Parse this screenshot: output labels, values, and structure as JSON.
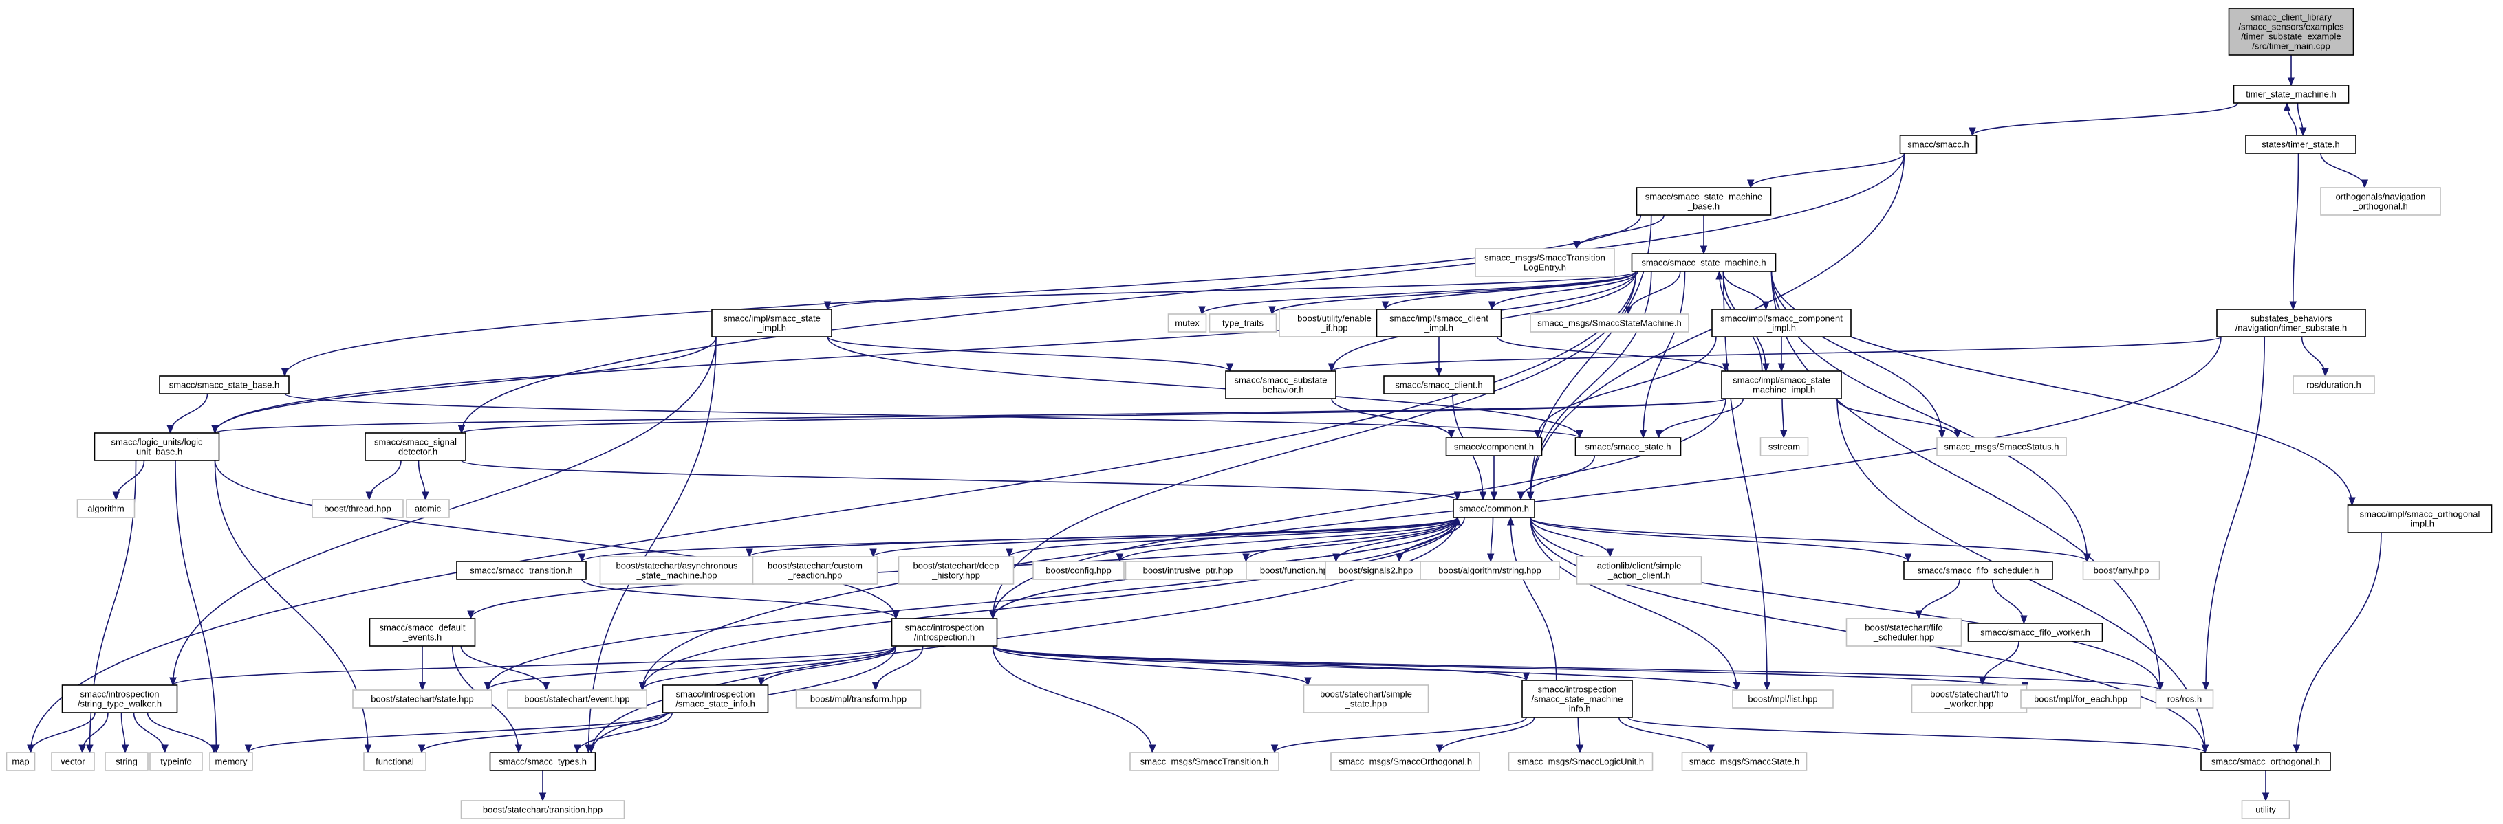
{
  "graph": {
    "title": "",
    "colors": {
      "edge": "#191970",
      "documented_border": "#000000",
      "external_border": "#bfbfbf",
      "root_fill": "#bfbfbf"
    },
    "nodes": [
      {
        "id": "root",
        "lines": [
          "smacc_client_library",
          "/smacc_sensors/examples",
          "/timer_substate_example",
          "/src/timer_main.cpp"
        ],
        "kind": "root"
      },
      {
        "id": "timer_sm",
        "lines": [
          "timer_state_machine.h"
        ],
        "kind": "doc"
      },
      {
        "id": "timer_state",
        "lines": [
          "states/timer_state.h"
        ],
        "kind": "doc"
      },
      {
        "id": "smacc_h",
        "lines": [
          "smacc/smacc.h"
        ],
        "kind": "doc"
      },
      {
        "id": "orth_nav",
        "lines": [
          "orthogonals/navigation",
          "_orthogonal.h"
        ],
        "kind": "ext"
      },
      {
        "id": "sm_base",
        "lines": [
          "smacc/smacc_state_machine",
          "_base.h"
        ],
        "kind": "doc"
      },
      {
        "id": "msgs_trans_log",
        "lines": [
          "smacc_msgs/SmaccTransition",
          "LogEntry.h"
        ],
        "kind": "ext"
      },
      {
        "id": "sm_h",
        "lines": [
          "smacc/smacc_state_machine.h"
        ],
        "kind": "doc"
      },
      {
        "id": "state_impl",
        "lines": [
          "smacc/impl/smacc_state",
          "_impl.h"
        ],
        "kind": "doc"
      },
      {
        "id": "mutex",
        "lines": [
          "mutex"
        ],
        "kind": "ext"
      },
      {
        "id": "type_traits",
        "lines": [
          "type_traits"
        ],
        "kind": "ext"
      },
      {
        "id": "enable_if",
        "lines": [
          "boost/utility/enable",
          "_if.hpp"
        ],
        "kind": "ext"
      },
      {
        "id": "client_impl",
        "lines": [
          "smacc/impl/smacc_client",
          "_impl.h"
        ],
        "kind": "doc"
      },
      {
        "id": "msgs_sm",
        "lines": [
          "smacc_msgs/SmaccStateMachine.h"
        ],
        "kind": "ext"
      },
      {
        "id": "component_impl",
        "lines": [
          "smacc/impl/smacc_component",
          "_impl.h"
        ],
        "kind": "doc"
      },
      {
        "id": "substate_behaviors",
        "lines": [
          "substates_behaviors",
          "/navigation/timer_substate.h"
        ],
        "kind": "doc"
      },
      {
        "id": "state_base",
        "lines": [
          "smacc/smacc_state_base.h"
        ],
        "kind": "doc"
      },
      {
        "id": "substate_behavior",
        "lines": [
          "smacc/smacc_substate",
          "_behavior.h"
        ],
        "kind": "doc"
      },
      {
        "id": "client_h",
        "lines": [
          "smacc/smacc_client.h"
        ],
        "kind": "doc"
      },
      {
        "id": "sm_impl",
        "lines": [
          "smacc/impl/smacc_state",
          "_machine_impl.h"
        ],
        "kind": "doc"
      },
      {
        "id": "ros_duration",
        "lines": [
          "ros/duration.h"
        ],
        "kind": "ext"
      },
      {
        "id": "orth_impl",
        "lines": [
          "smacc/impl/smacc_orthogonal",
          "_impl.h"
        ],
        "kind": "doc"
      },
      {
        "id": "logic_unit_base",
        "lines": [
          "smacc/logic_units/logic",
          "_unit_base.h"
        ],
        "kind": "doc"
      },
      {
        "id": "signal_detector",
        "lines": [
          "smacc/smacc_signal",
          "_detector.h"
        ],
        "kind": "doc"
      },
      {
        "id": "component_h",
        "lines": [
          "smacc/component.h"
        ],
        "kind": "doc"
      },
      {
        "id": "state_h",
        "lines": [
          "smacc/smacc_state.h"
        ],
        "kind": "doc"
      },
      {
        "id": "sstream",
        "lines": [
          "sstream"
        ],
        "kind": "ext"
      },
      {
        "id": "msgs_status",
        "lines": [
          "smacc_msgs/SmaccStatus.h"
        ],
        "kind": "ext"
      },
      {
        "id": "algorithm",
        "lines": [
          "algorithm"
        ],
        "kind": "ext"
      },
      {
        "id": "thread",
        "lines": [
          "boost/thread.hpp"
        ],
        "kind": "ext"
      },
      {
        "id": "atomic",
        "lines": [
          "atomic"
        ],
        "kind": "ext"
      },
      {
        "id": "common",
        "lines": [
          "smacc/common.h"
        ],
        "kind": "doc"
      },
      {
        "id": "transition_h",
        "lines": [
          "smacc/smacc_transition.h"
        ],
        "kind": "doc"
      },
      {
        "id": "async_sm",
        "lines": [
          "boost/statechart/asynchronous",
          "_state_machine.hpp"
        ],
        "kind": "ext"
      },
      {
        "id": "custom_reaction",
        "lines": [
          "boost/statechart/custom",
          "_reaction.hpp"
        ],
        "kind": "ext"
      },
      {
        "id": "deep_history",
        "lines": [
          "boost/statechart/deep",
          "_history.hpp"
        ],
        "kind": "ext"
      },
      {
        "id": "config",
        "lines": [
          "boost/config.hpp"
        ],
        "kind": "ext"
      },
      {
        "id": "intrusive_ptr",
        "lines": [
          "boost/intrusive_ptr.hpp"
        ],
        "kind": "ext"
      },
      {
        "id": "function",
        "lines": [
          "boost/function.hpp"
        ],
        "kind": "ext"
      },
      {
        "id": "signals2",
        "lines": [
          "boost/signals2.hpp"
        ],
        "kind": "ext"
      },
      {
        "id": "alg_string",
        "lines": [
          "boost/algorithm/string.hpp"
        ],
        "kind": "ext"
      },
      {
        "id": "actionlib",
        "lines": [
          "actionlib/client/simple",
          "_action_client.h"
        ],
        "kind": "ext"
      },
      {
        "id": "fifo_scheduler",
        "lines": [
          "smacc/smacc_fifo_scheduler.h"
        ],
        "kind": "doc"
      },
      {
        "id": "boost_any",
        "lines": [
          "boost/any.hpp"
        ],
        "kind": "ext"
      },
      {
        "id": "default_events",
        "lines": [
          "smacc/smacc_default",
          "_events.h"
        ],
        "kind": "doc"
      },
      {
        "id": "introspection",
        "lines": [
          "smacc/introspection",
          "/introspection.h"
        ],
        "kind": "doc"
      },
      {
        "id": "fifo_sched_hpp",
        "lines": [
          "boost/statechart/fifo",
          "_scheduler.hpp"
        ],
        "kind": "ext"
      },
      {
        "id": "fifo_worker",
        "lines": [
          "smacc/smacc_fifo_worker.h"
        ],
        "kind": "doc"
      },
      {
        "id": "string_type_walker",
        "lines": [
          "smacc/introspection",
          "/string_type_walker.h"
        ],
        "kind": "doc"
      },
      {
        "id": "sc_state",
        "lines": [
          "boost/statechart/state.hpp"
        ],
        "kind": "ext"
      },
      {
        "id": "sc_event",
        "lines": [
          "boost/statechart/event.hpp"
        ],
        "kind": "ext"
      },
      {
        "id": "state_info",
        "lines": [
          "smacc/introspection",
          "/smacc_state_info.h"
        ],
        "kind": "doc"
      },
      {
        "id": "mpl_transform",
        "lines": [
          "boost/mpl/transform.hpp"
        ],
        "kind": "ext"
      },
      {
        "id": "simple_state",
        "lines": [
          "boost/statechart/simple",
          "_state.hpp"
        ],
        "kind": "ext"
      },
      {
        "id": "sm_info",
        "lines": [
          "smacc/introspection",
          "/smacc_state_machine",
          "_info.h"
        ],
        "kind": "doc"
      },
      {
        "id": "mpl_list",
        "lines": [
          "boost/mpl/list.hpp"
        ],
        "kind": "ext"
      },
      {
        "id": "fifo_worker_hpp",
        "lines": [
          "boost/statechart/fifo",
          "_worker.hpp"
        ],
        "kind": "ext"
      },
      {
        "id": "mpl_for_each",
        "lines": [
          "boost/mpl/for_each.hpp"
        ],
        "kind": "ext"
      },
      {
        "id": "ros_h",
        "lines": [
          "ros/ros.h"
        ],
        "kind": "ext"
      },
      {
        "id": "map",
        "lines": [
          "map"
        ],
        "kind": "ext"
      },
      {
        "id": "vector",
        "lines": [
          "vector"
        ],
        "kind": "ext"
      },
      {
        "id": "string",
        "lines": [
          "string"
        ],
        "kind": "ext"
      },
      {
        "id": "typeinfo",
        "lines": [
          "typeinfo"
        ],
        "kind": "ext"
      },
      {
        "id": "memory",
        "lines": [
          "memory"
        ],
        "kind": "ext"
      },
      {
        "id": "functional",
        "lines": [
          "functional"
        ],
        "kind": "ext"
      },
      {
        "id": "smacc_types",
        "lines": [
          "smacc/smacc_types.h"
        ],
        "kind": "doc"
      },
      {
        "id": "msgs_transition",
        "lines": [
          "smacc_msgs/SmaccTransition.h"
        ],
        "kind": "ext"
      },
      {
        "id": "msgs_orthogonal",
        "lines": [
          "smacc_msgs/SmaccOrthogonal.h"
        ],
        "kind": "ext"
      },
      {
        "id": "msgs_logicunit",
        "lines": [
          "smacc_msgs/SmaccLogicUnit.h"
        ],
        "kind": "ext"
      },
      {
        "id": "msgs_state",
        "lines": [
          "smacc_msgs/SmaccState.h"
        ],
        "kind": "ext"
      },
      {
        "id": "orthogonal_h",
        "lines": [
          "smacc/smacc_orthogonal.h"
        ],
        "kind": "doc"
      },
      {
        "id": "sc_transition",
        "lines": [
          "boost/statechart/transition.hpp"
        ],
        "kind": "ext"
      },
      {
        "id": "utility",
        "lines": [
          "utility"
        ],
        "kind": "ext"
      }
    ],
    "edges": [
      [
        "root",
        "timer_sm"
      ],
      [
        "timer_sm",
        "smacc_h"
      ],
      [
        "timer_sm",
        "timer_state"
      ],
      [
        "timer_state",
        "timer_sm"
      ],
      [
        "timer_state",
        "orth_nav"
      ],
      [
        "timer_state",
        "substate_behaviors"
      ],
      [
        "smacc_h",
        "sm_base"
      ],
      [
        "smacc_h",
        "common"
      ],
      [
        "smacc_h",
        "signal_detector"
      ],
      [
        "sm_base",
        "msgs_trans_log"
      ],
      [
        "sm_base",
        "sm_h"
      ],
      [
        "sm_base",
        "state_base"
      ],
      [
        "sm_base",
        "common"
      ],
      [
        "sm_h",
        "state_impl"
      ],
      [
        "sm_h",
        "mutex"
      ],
      [
        "sm_h",
        "type_traits"
      ],
      [
        "sm_h",
        "enable_if"
      ],
      [
        "sm_h",
        "client_impl"
      ],
      [
        "sm_h",
        "msgs_sm"
      ],
      [
        "sm_h",
        "component_impl"
      ],
      [
        "sm_h",
        "sm_impl"
      ],
      [
        "sm_h",
        "orth_impl"
      ],
      [
        "sm_h",
        "map"
      ],
      [
        "sm_h",
        "logic_unit_base"
      ],
      [
        "sm_h",
        "substate_behavior"
      ],
      [
        "sm_h",
        "state_h"
      ],
      [
        "sm_h",
        "msgs_status"
      ],
      [
        "sm_h",
        "common"
      ],
      [
        "sm_h",
        "boost_any"
      ],
      [
        "sm_h",
        "introspection"
      ],
      [
        "sm_h",
        "mpl_list"
      ],
      [
        "sm_h",
        "ros_h"
      ],
      [
        "state_impl",
        "substate_behavior"
      ],
      [
        "state_impl",
        "logic_unit_base"
      ],
      [
        "state_impl",
        "state_h"
      ],
      [
        "state_impl",
        "string_type_walker"
      ],
      [
        "state_impl",
        "smacc_types"
      ],
      [
        "client_impl",
        "client_h"
      ],
      [
        "client_impl",
        "sm_impl"
      ],
      [
        "component_impl",
        "sm_impl"
      ],
      [
        "component_impl",
        "component_h"
      ],
      [
        "client_h",
        "common"
      ],
      [
        "substate_behavior",
        "component_h"
      ],
      [
        "substate_behaviors",
        "substate_behavior"
      ],
      [
        "substate_behaviors",
        "ros_duration"
      ],
      [
        "substate_behaviors",
        "ros_h"
      ],
      [
        "substate_behaviors",
        "sc_event"
      ],
      [
        "state_base",
        "state_h"
      ],
      [
        "state_base",
        "logic_unit_base"
      ],
      [
        "sm_impl",
        "sm_h"
      ],
      [
        "sm_impl",
        "signal_detector"
      ],
      [
        "sm_impl",
        "state_h"
      ],
      [
        "sm_impl",
        "sstream"
      ],
      [
        "sm_impl",
        "msgs_status"
      ],
      [
        "sm_impl",
        "orthogonal_h"
      ],
      [
        "sm_impl",
        "introspection"
      ],
      [
        "sm_impl",
        "logic_unit_base"
      ],
      [
        "orth_impl",
        "orthogonal_h"
      ],
      [
        "logic_unit_base",
        "algorithm"
      ],
      [
        "logic_unit_base",
        "vector"
      ],
      [
        "logic_unit_base",
        "memory"
      ],
      [
        "logic_unit_base",
        "functional"
      ],
      [
        "logic_unit_base",
        "introspection"
      ],
      [
        "signal_detector",
        "thread"
      ],
      [
        "signal_detector",
        "atomic"
      ],
      [
        "signal_detector",
        "common"
      ],
      [
        "component_h",
        "common"
      ],
      [
        "state_h",
        "common"
      ],
      [
        "common",
        "transition_h"
      ],
      [
        "common",
        "async_sm"
      ],
      [
        "common",
        "custom_reaction"
      ],
      [
        "common",
        "deep_history"
      ],
      [
        "common",
        "config"
      ],
      [
        "common",
        "intrusive_ptr"
      ],
      [
        "common",
        "function"
      ],
      [
        "common",
        "signals2"
      ],
      [
        "common",
        "alg_string"
      ],
      [
        "common",
        "actionlib"
      ],
      [
        "common",
        "fifo_scheduler"
      ],
      [
        "common",
        "boost_any"
      ],
      [
        "common",
        "default_events"
      ],
      [
        "common",
        "introspection"
      ],
      [
        "common",
        "sc_state"
      ],
      [
        "common",
        "sc_event"
      ],
      [
        "common",
        "smacc_types"
      ],
      [
        "common",
        "ros_h"
      ],
      [
        "common",
        "mpl_list"
      ],
      [
        "common",
        "orthogonal_h"
      ],
      [
        "transition_h",
        "introspection"
      ],
      [
        "fifo_scheduler",
        "fifo_sched_hpp"
      ],
      [
        "fifo_scheduler",
        "fifo_worker"
      ],
      [
        "fifo_worker",
        "fifo_worker_hpp"
      ],
      [
        "default_events",
        "sc_state"
      ],
      [
        "default_events",
        "sc_event"
      ],
      [
        "default_events",
        "smacc_types"
      ],
      [
        "introspection",
        "string_type_walker"
      ],
      [
        "introspection",
        "sc_state"
      ],
      [
        "introspection",
        "sc_event"
      ],
      [
        "introspection",
        "state_info"
      ],
      [
        "introspection",
        "mpl_transform"
      ],
      [
        "introspection",
        "simple_state"
      ],
      [
        "introspection",
        "sm_info"
      ],
      [
        "introspection",
        "mpl_list"
      ],
      [
        "introspection",
        "mpl_for_each"
      ],
      [
        "introspection",
        "ros_h"
      ],
      [
        "introspection",
        "smacc_types"
      ],
      [
        "introspection",
        "msgs_transition"
      ],
      [
        "introspection",
        "common"
      ],
      [
        "string_type_walker",
        "map"
      ],
      [
        "string_type_walker",
        "vector"
      ],
      [
        "string_type_walker",
        "string"
      ],
      [
        "string_type_walker",
        "typeinfo"
      ],
      [
        "string_type_walker",
        "memory"
      ],
      [
        "state_info",
        "smacc_types"
      ],
      [
        "state_info",
        "memory"
      ],
      [
        "state_info",
        "functional"
      ],
      [
        "sm_info",
        "common"
      ],
      [
        "sm_info",
        "msgs_transition"
      ],
      [
        "sm_info",
        "msgs_orthogonal"
      ],
      [
        "sm_info",
        "msgs_logicunit"
      ],
      [
        "sm_info",
        "msgs_state"
      ],
      [
        "sm_info",
        "orthogonal_h"
      ],
      [
        "smacc_types",
        "sc_transition"
      ],
      [
        "orthogonal_h",
        "utility"
      ]
    ]
  }
}
